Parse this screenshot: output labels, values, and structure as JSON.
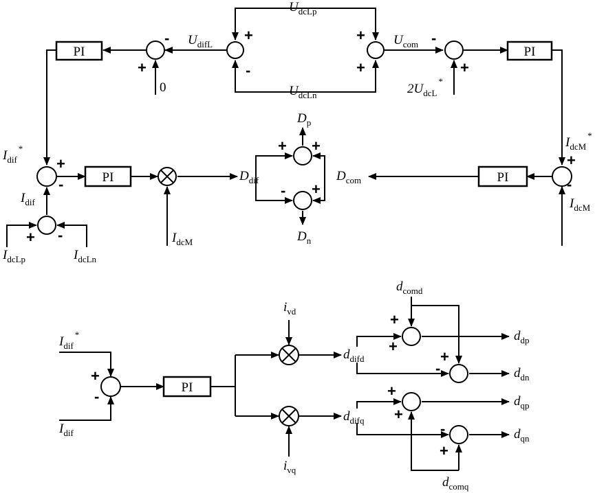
{
  "blocks": {
    "pi": "PI"
  },
  "signs": {
    "plus": "+",
    "minus": "-"
  },
  "labels": {
    "u_dclp": {
      "main": "U",
      "sub": "dcLp"
    },
    "u_dcln": {
      "main": "U",
      "sub": "dcLn"
    },
    "u_difl": {
      "main": "U",
      "sub": "difL"
    },
    "u_com": {
      "main": "U",
      "sub": "com"
    },
    "zero": {
      "text": "0"
    },
    "two_udcl": {
      "coef": "2",
      "main": "U",
      "sub": "dcL",
      "sup": "*"
    },
    "i_dif_ref": {
      "main": "I",
      "sub": "dif",
      "sup": "*"
    },
    "i_dif": {
      "main": "I",
      "sub": "dif"
    },
    "i_dclp": {
      "main": "I",
      "sub": "dcLp"
    },
    "i_dcln": {
      "main": "I",
      "sub": "dcLn"
    },
    "i_dcm": {
      "main": "I",
      "sub": "dcM"
    },
    "i_dcm_ref": {
      "main": "I",
      "sub": "dcM",
      "sup": "*"
    },
    "d_dif": {
      "main": "D",
      "sub": "dif"
    },
    "d_com": {
      "main": "D",
      "sub": "com"
    },
    "d_p": {
      "main": "D",
      "sub": "p"
    },
    "d_n": {
      "main": "D",
      "sub": "n"
    },
    "i_vd": {
      "main": "i",
      "sub": "vd"
    },
    "i_vq": {
      "main": "i",
      "sub": "vq"
    },
    "d_difd": {
      "main": "d",
      "sub": "difd"
    },
    "d_difq": {
      "main": "d",
      "sub": "difq"
    },
    "d_comd": {
      "main": "d",
      "sub": "comd"
    },
    "d_comq": {
      "main": "d",
      "sub": "comq"
    },
    "d_dp": {
      "main": "d",
      "sub": "dp"
    },
    "d_dn": {
      "main": "d",
      "sub": "dn"
    },
    "d_qp": {
      "main": "d",
      "sub": "qp"
    },
    "d_qn": {
      "main": "d",
      "sub": "qn"
    }
  }
}
